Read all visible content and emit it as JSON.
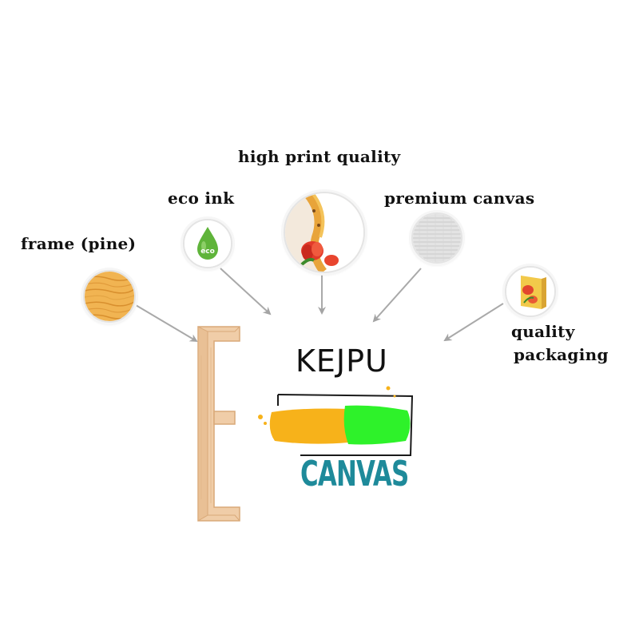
{
  "features": {
    "frame": {
      "label": "frame (pine)",
      "icon": "wood-grain-icon"
    },
    "eco_ink": {
      "label": "eco ink",
      "icon": "eco-drop-icon",
      "badge_text": "eco"
    },
    "print_quality": {
      "label": "high print quality",
      "icon": "flower-print-icon"
    },
    "premium_canvas": {
      "label": "premium canvas",
      "icon": "canvas-texture-icon"
    },
    "packaging": {
      "label_line1": "quality",
      "label_line2": "packaging",
      "icon": "package-icon"
    }
  },
  "logo": {
    "brand": "KEJPU",
    "word": "CANVAS",
    "colors": {
      "orange": "#f7b21a",
      "green": "#2ef22a",
      "teal": "#1e8a9a"
    }
  },
  "colors": {
    "arrow": "#a9a9a9",
    "wood": "#f0cda8",
    "wood_dark": "#d9a979"
  }
}
